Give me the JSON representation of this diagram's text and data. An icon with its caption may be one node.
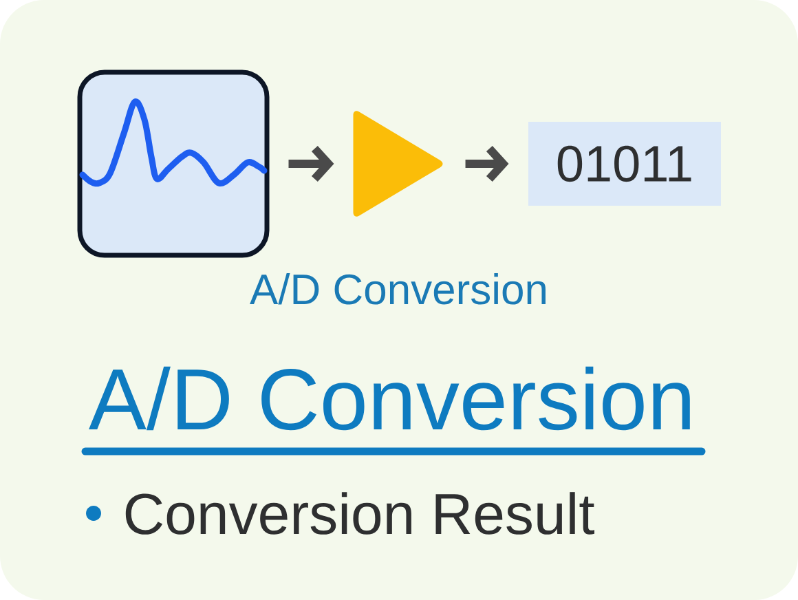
{
  "diagram": {
    "title": "A/D Conversion",
    "nodes": [
      {
        "text": [],
        "shape": "picture"
      },
      {
        "text": [],
        "shape": "triangle"
      },
      {
        "text": [
          "01011"
        ]
      }
    ],
    "edges": [
      {
        "from": 0,
        "to": 1,
        "arrow": "to"
      },
      {
        "from": 1,
        "to": 2,
        "arrow": "to"
      }
    ],
    "labels": [
      "A/D Conversion",
      "Conversion Result"
    ]
  }
}
